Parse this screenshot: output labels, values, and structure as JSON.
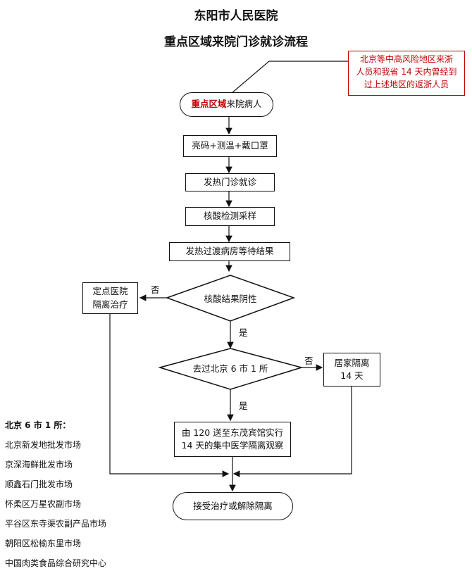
{
  "title": {
    "hospital": "东阳市人民医院",
    "process": "重点区域来院门诊就诊流程"
  },
  "note": {
    "line1": "北京等中高风险地区来浙",
    "line2": "人员和我省 14 天内曾经到",
    "line3": "过上述地区的返浙人员"
  },
  "nodes": {
    "start_highlight": "重点区域",
    "start_rest": "来院病人",
    "step1": "亮码+测温+戴口罩",
    "step2": "发热门诊就诊",
    "step3": "核酸检测采样",
    "step4": "发热过渡病房等待结果",
    "decision1": "核酸结果阴性",
    "hospital_line1": "定点医院",
    "hospital_line2": "隔离治疗",
    "decision2": "去过北京 6 市 1 所",
    "home_line1": "居家隔离",
    "home_line2": "14 天",
    "central_line1": "由 120 送至东茂宾馆实行",
    "central_line2": "14 天的集中医学隔离观察",
    "end": "接受治疗或解除隔离"
  },
  "labels": {
    "no1": "否",
    "yes1": "是",
    "no2": "否",
    "yes2": "是"
  },
  "markets": {
    "title": "北京 6 市 1 所：",
    "items": [
      "北京新发地批发市场",
      "京深海鲜批发市场",
      "顺鑫石门批发市场",
      "怀柔区万星农副市场",
      "平谷区东寺渠农副产品市场",
      "朝阳区松榆东里市场",
      "中国肉类食品综合研究中心"
    ]
  },
  "colors": {
    "accent_red": "#c00000",
    "line": "#111111"
  }
}
